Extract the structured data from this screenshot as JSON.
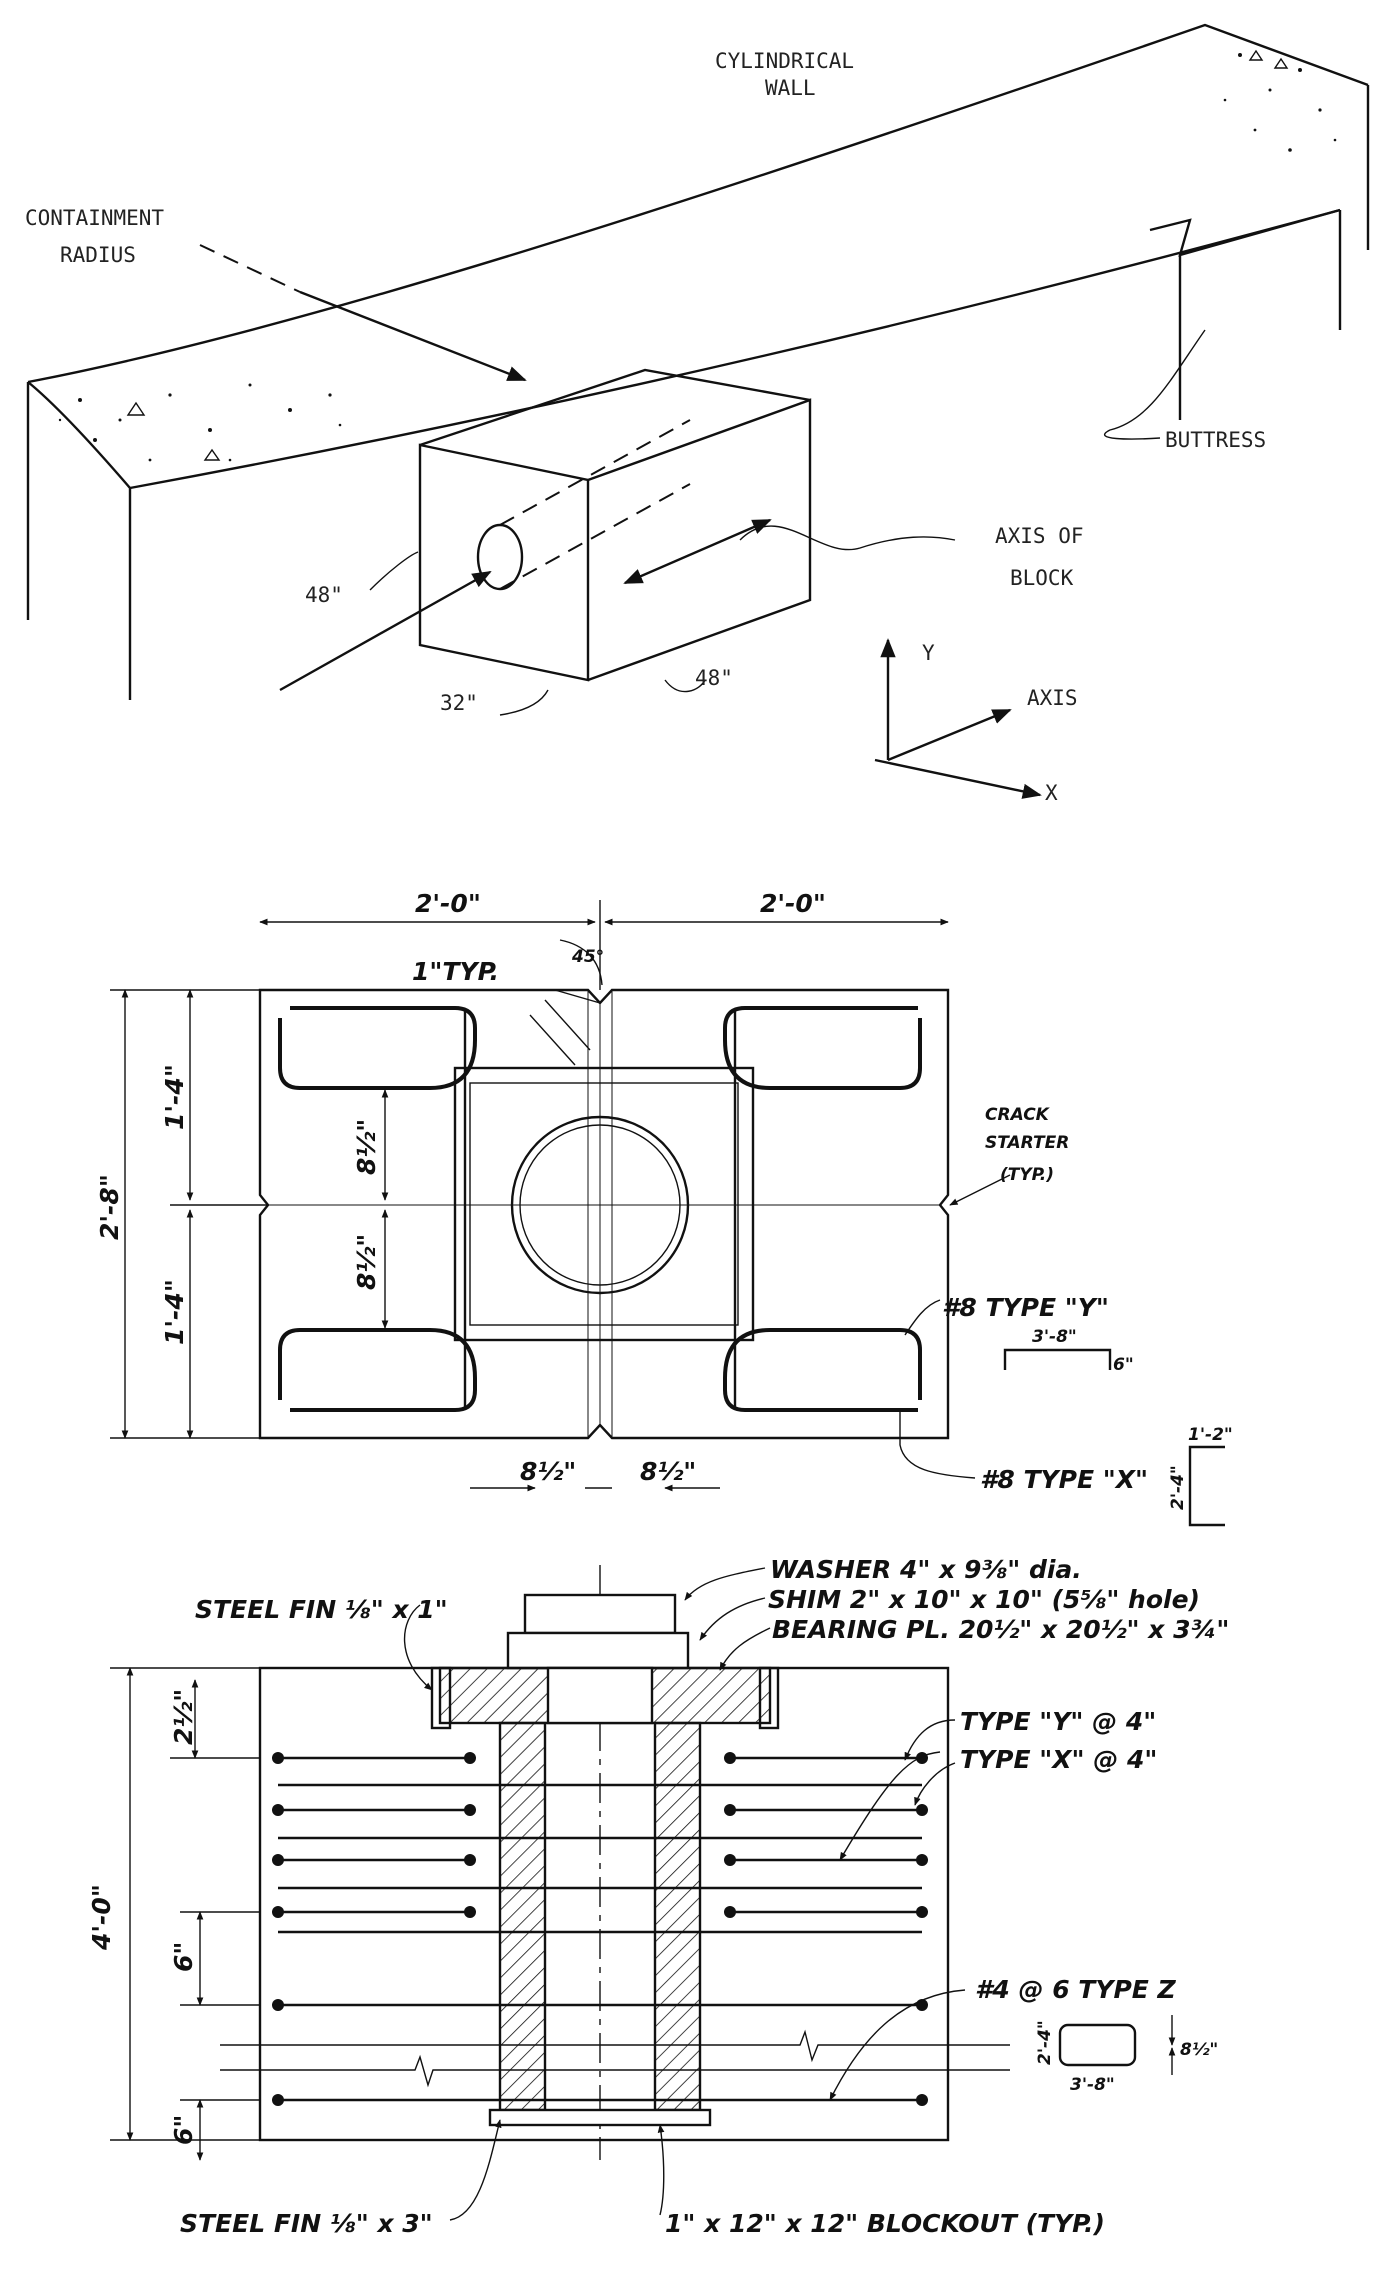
{
  "isometric": {
    "cylindrical_wall_label": [
      "CYLINDRICAL",
      "WALL"
    ],
    "containment_radius_label": [
      "CONTAINMENT",
      "RADIUS"
    ],
    "buttress_label": "BUTTRESS",
    "axis_of_block_label": [
      "AXIS OF",
      "BLOCK"
    ],
    "dim_48_left": "48\"",
    "dim_32": "32\"",
    "dim_48_right": "48\"",
    "axes": {
      "y": "Y",
      "z": "AXIS",
      "x": "X"
    }
  },
  "plan_view": {
    "dim_top_left": "2'-0\"",
    "dim_top_right": "2'-0\"",
    "dim_1in_typ": "1\"TYP.",
    "dim_45": "45°",
    "dim_height_total": "2'-8\"",
    "dim_upper": "1'-4\"",
    "dim_lower": "1'-4\"",
    "dim_inner_upper": "8½\"",
    "dim_inner_lower": "8½\"",
    "crack_starter_label": [
      "CRACK",
      "STARTER",
      "(TYP.)"
    ],
    "type_y_label": "#8 TYPE \"Y\"",
    "type_y_dim_long": "3'-8\"",
    "type_y_dim_leg": "6\"",
    "type_x_label": "#8 TYPE \"X\"",
    "type_x_dim_top": "1'-2\"",
    "type_x_dim_side": "2'-4\"",
    "dim_bottom_left": "8½\"",
    "dim_bottom_right": "8½\""
  },
  "section_view": {
    "washer_label": "WASHER 4\" x 9⅜\" dia.",
    "shim_label": "SHIM 2\" x 10\" x 10\" (5⅝\" hole)",
    "bearing_label": "BEARING PL. 20½\" x 20½\" x 3¾\"",
    "steel_fin_top_label": "STEEL FIN ⅛\" x 1\"",
    "dim_top_small": "2½\"",
    "dim_total_height": "4'-0\"",
    "dim_6_upper": "6\"",
    "dim_6_lower": "6\"",
    "type_y_spacing": "TYPE \"Y\" @ 4\"",
    "type_x_spacing": "TYPE \"X\" @ 4\"",
    "type_z_label": "#4 @ 6 TYPE Z",
    "type_z_dim_side": "2'-4\"",
    "type_z_dim_bottom": "3'-8\"",
    "type_z_dim_right": "8½\"",
    "steel_fin_bottom_label": "STEEL FIN ⅛\" x 3\"",
    "blockout_label": "1\" x 12\" x 12\" BLOCKOUT (TYP.)"
  }
}
